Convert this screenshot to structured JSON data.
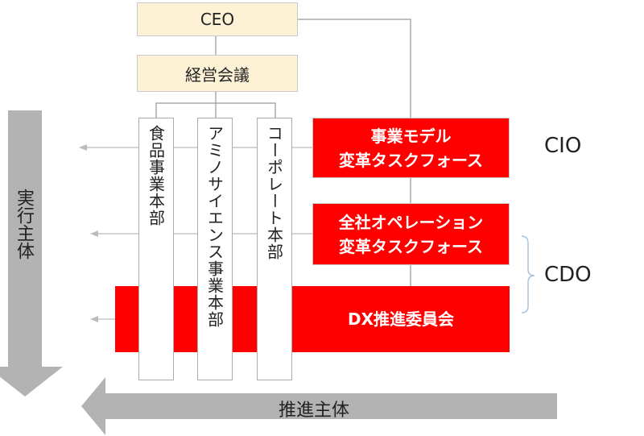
{
  "ceo": "CEO",
  "management_meeting": "経営会議",
  "divisions": [
    "食品事業本部",
    "アミノサイエンス事業本部",
    "コーポレート本部"
  ],
  "task_force_1": {
    "line1": "事業モデル",
    "line2": "変革タスクフォース"
  },
  "task_force_2": {
    "line1": "全社オペレーション",
    "line2": "変革タスクフォース"
  },
  "dx_committee": "DX推進委員会",
  "roles": {
    "cio": "CIO",
    "cdo": "CDO"
  },
  "axes": {
    "vertical": "実行主体",
    "horizontal": "推進主体"
  },
  "colors": {
    "accent_red": "#ff0000",
    "beige": "#fdf2d6",
    "arrow_gray": "#b3b3b3"
  }
}
